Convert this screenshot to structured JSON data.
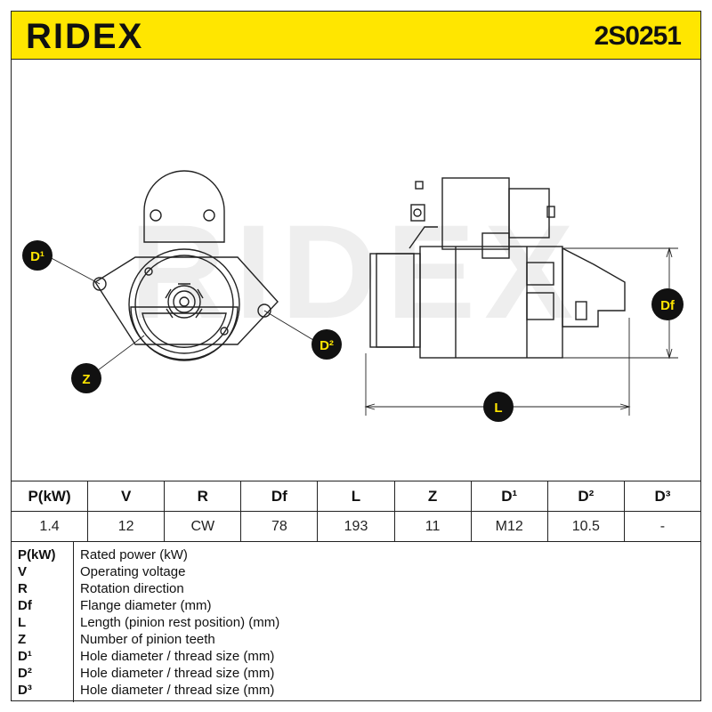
{
  "header": {
    "brand": "RIDEX",
    "part_number": "2S0251"
  },
  "drawing": {
    "watermark": "RIDEX",
    "callouts": {
      "d1": "D¹",
      "d2": "D²",
      "z": "Z",
      "df": "Df",
      "l": "L"
    }
  },
  "spec_table": {
    "headers": [
      "P(kW)",
      "V",
      "R",
      "Df",
      "L",
      "Z",
      "D¹",
      "D²",
      "D³"
    ],
    "values": [
      "1.4",
      "12",
      "CW",
      "78",
      "193",
      "11",
      "M12",
      "10.5",
      "-"
    ]
  },
  "legend": [
    {
      "abbr": "P(kW)",
      "desc": "Rated power (kW)"
    },
    {
      "abbr": "V",
      "desc": "Operating voltage"
    },
    {
      "abbr": "R",
      "desc": "Rotation direction"
    },
    {
      "abbr": "Df",
      "desc": "Flange diameter (mm)"
    },
    {
      "abbr": "L",
      "desc": "Length (pinion rest position) (mm)"
    },
    {
      "abbr": "Z",
      "desc": "Number of pinion teeth"
    },
    {
      "abbr": "D¹",
      "desc": "Hole diameter / thread size (mm)"
    },
    {
      "abbr": "D²",
      "desc": "Hole diameter / thread size (mm)"
    },
    {
      "abbr": "D³",
      "desc": "Hole diameter / thread size (mm)"
    }
  ],
  "colors": {
    "brand_yellow": "#ffe600",
    "line": "#222222",
    "watermark": "#eeeeee"
  }
}
